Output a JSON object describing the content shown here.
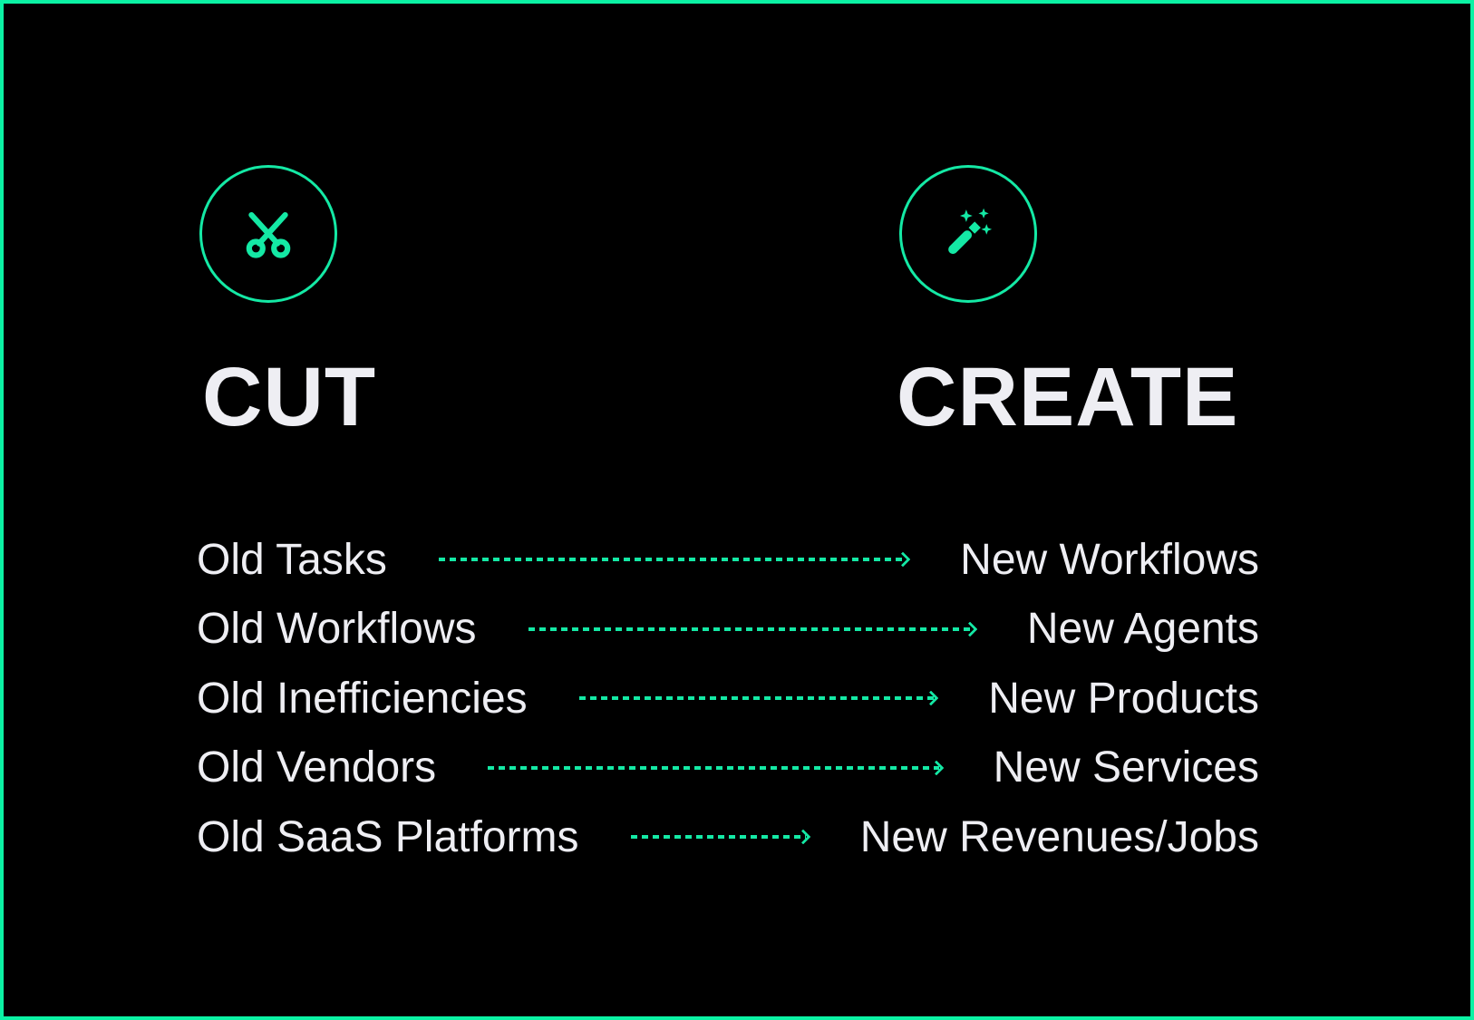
{
  "colors": {
    "background": "#000000",
    "frame_border": "#0bf2a4",
    "accent": "#14e9a5",
    "text": "#eeeef3"
  },
  "columns": {
    "cut": {
      "title": "CUT",
      "icon": "scissors-icon"
    },
    "create": {
      "title": "CREATE",
      "icon": "magic-wand-icon"
    }
  },
  "rows": [
    {
      "from": "Old Tasks",
      "to": "New Workflows"
    },
    {
      "from": "Old Workflows",
      "to": "New Agents"
    },
    {
      "from": "Old Inefficiencies",
      "to": "New Products"
    },
    {
      "from": "Old Vendors",
      "to": "New Services"
    },
    {
      "from": "Old SaaS Platforms",
      "to": "New Revenues/Jobs"
    }
  ]
}
